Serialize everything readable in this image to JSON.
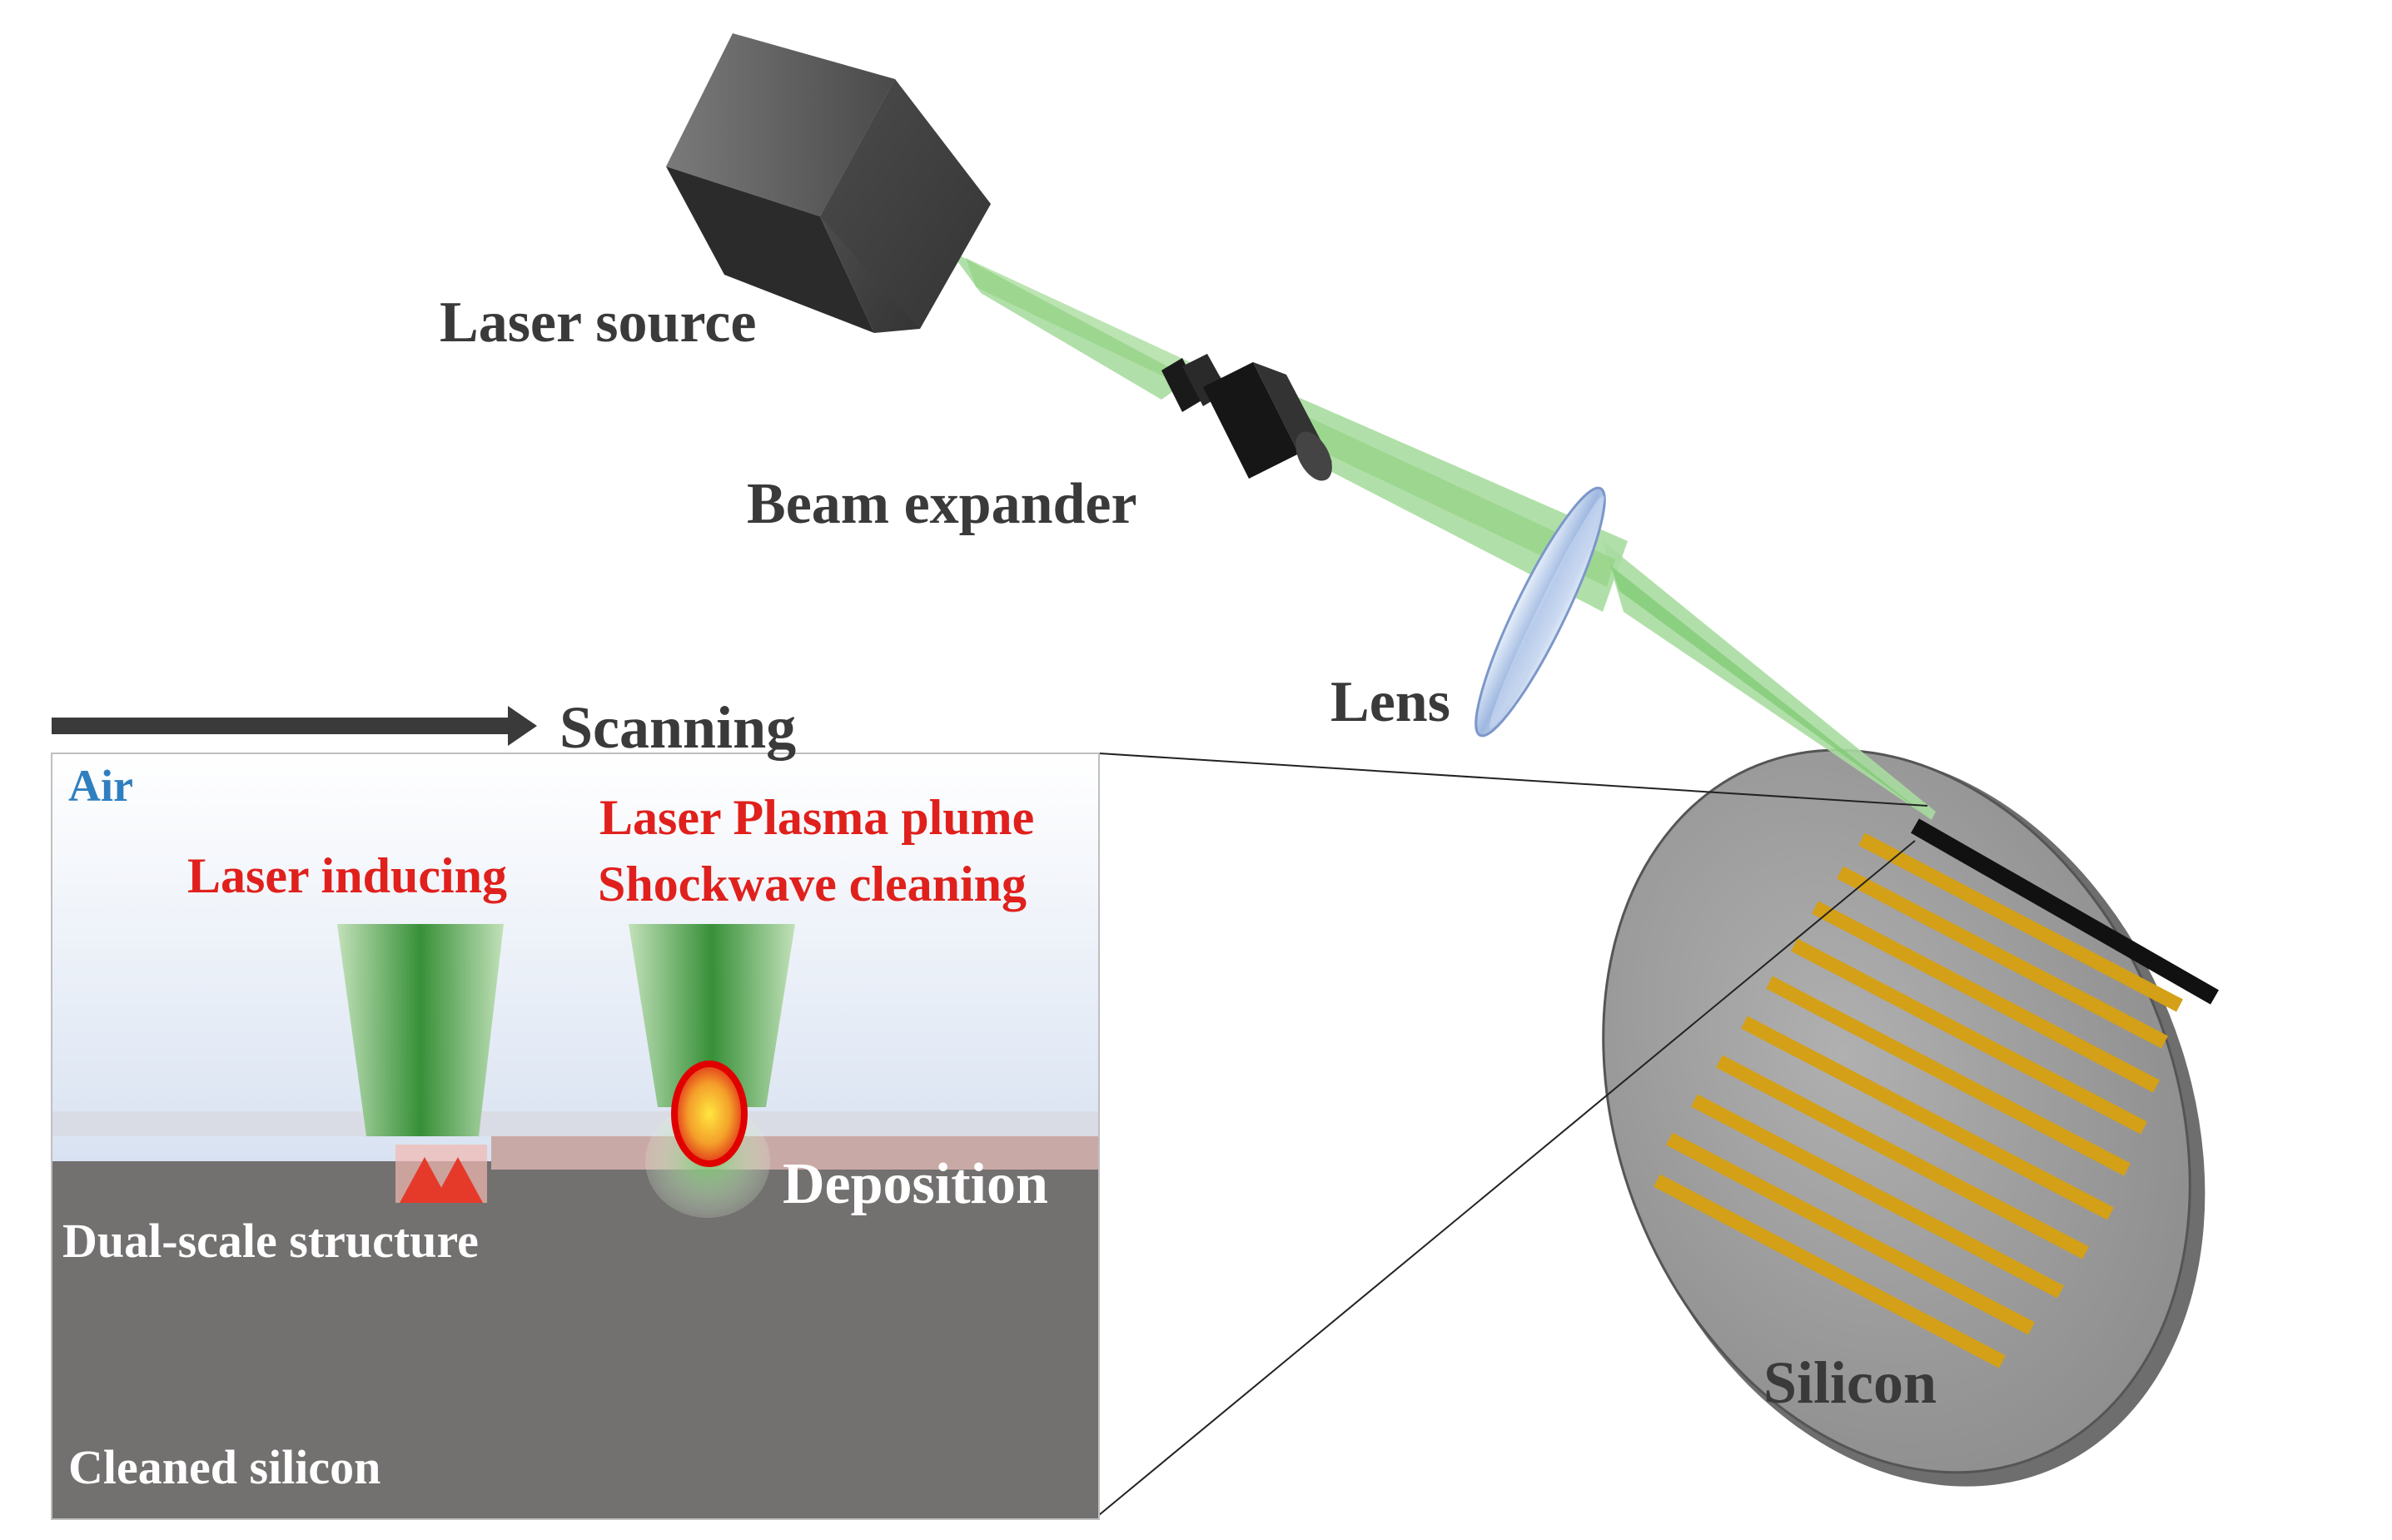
{
  "labels": {
    "laser_source": "Laser source",
    "beam_expander": "Beam expander",
    "lens": "Lens",
    "silicon": "Silicon",
    "scanning": "Scanning",
    "air": "Air",
    "laser_inducing": "Laser inducing",
    "plasma_plume": "Laser Plasma plume",
    "shockwave_cleaning": "Shockwave cleaning",
    "deposition": "Deposition",
    "dual_scale_structure": "Dual-scale structure",
    "cleaned_silicon": "Cleaned silicon"
  },
  "colors": {
    "beam": "#a8dba0",
    "beam_core": "#2e8b2e",
    "wafer": "#9a9a9a",
    "wafer_rim": "#6e6e6e",
    "stripes": "#d4a017",
    "silicon_cross_section": "#737070",
    "deposition_layer": "#c9a9a6",
    "air_top": "#ffffff",
    "air_bottom": "#b7c9e6",
    "label_red": "#e0201c",
    "label_blue": "#2f7fc0",
    "label_dark": "#3a3a3a"
  },
  "icons": {
    "laser_source": "laser-box-icon",
    "beam_expander": "beam-expander-icon",
    "lens": "lens-icon",
    "scan_direction": "arrow-right-icon"
  }
}
